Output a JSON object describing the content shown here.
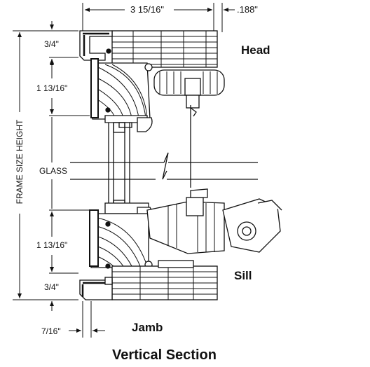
{
  "labels": {
    "top_width": "3 15/16\"",
    "top_offset": ".188\"",
    "head": "Head",
    "sill": "Sill",
    "jamb": "Jamb",
    "glass": "GLASS",
    "frame_size_height": "FRAME SIZE HEIGHT",
    "title": "Vertical Section",
    "dim_top_head": "3/4\"",
    "dim_head_sash": "1 13/16\"",
    "dim_sill_sash": "1 13/16\"",
    "dim_bottom_sill": "3/4\"",
    "dim_jamb_width": "7/16\""
  }
}
